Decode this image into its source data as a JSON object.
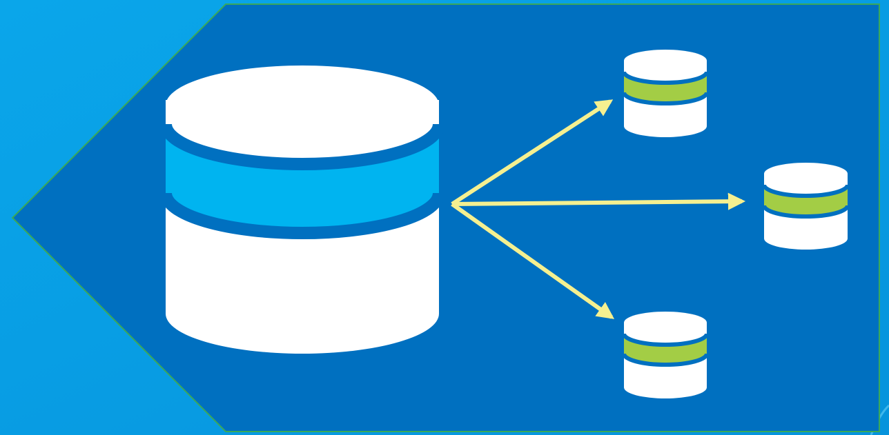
{
  "colors": {
    "background_light": "#0aa6ea",
    "background_mid": "#0693dc",
    "panel_fill": "#0070c0",
    "panel_border": "#3aa85a",
    "main_db_fill": "#ffffff",
    "main_db_band": "#00b4f0",
    "replica_band": "#a3cd45",
    "arrow": "#f5f090"
  },
  "icons": {
    "primary": "database-icon",
    "replica": "database-icon",
    "connector": "arrow-icon"
  },
  "diagram": {
    "primary": {
      "name": "primary-database"
    },
    "replicas": [
      {
        "name": "replica-database-top"
      },
      {
        "name": "replica-database-middle"
      },
      {
        "name": "replica-database-bottom"
      }
    ]
  }
}
